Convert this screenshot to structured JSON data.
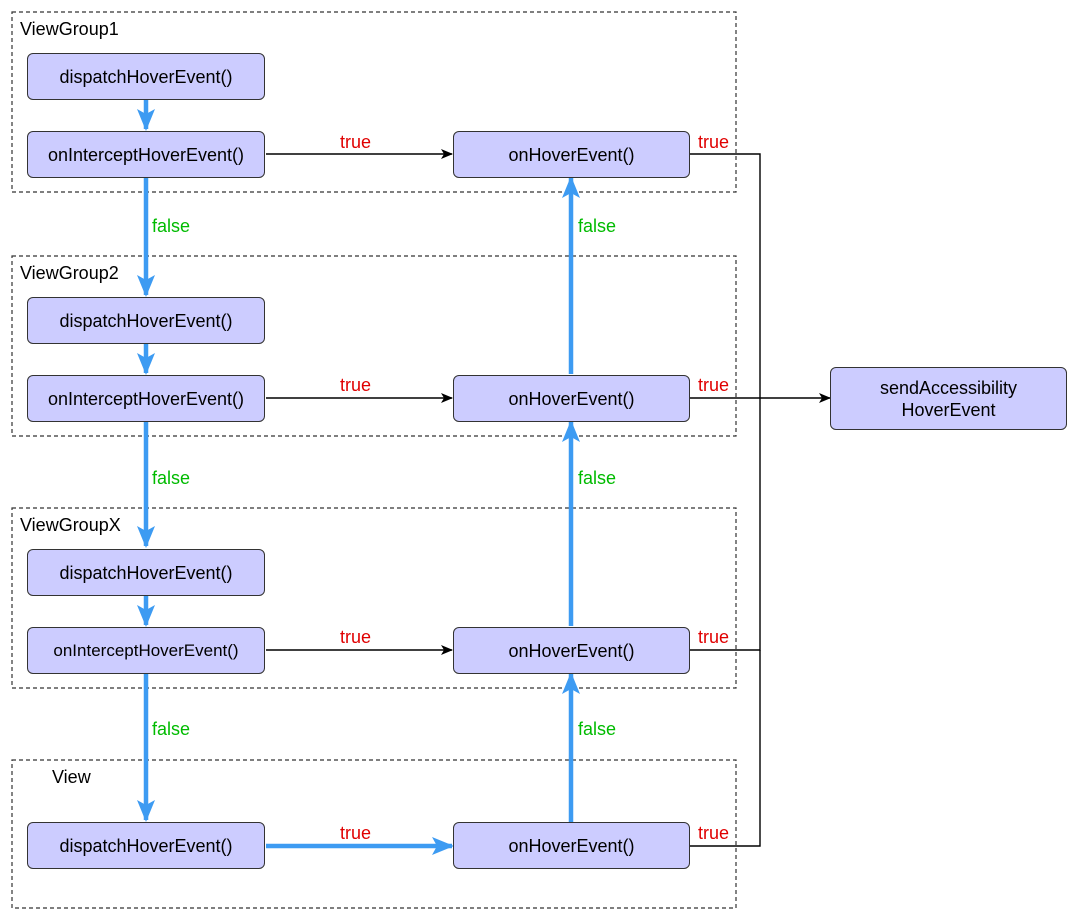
{
  "groups": [
    {
      "label": "ViewGroup1",
      "dispatch": "dispatchHoverEvent()",
      "intercept": "onInterceptHoverEvent()",
      "hover": "onHoverEvent()"
    },
    {
      "label": "ViewGroup2",
      "dispatch": "dispatchHoverEvent()",
      "intercept": "onInterceptHoverEvent()",
      "hover": "onHoverEvent()"
    },
    {
      "label": "ViewGroupX",
      "dispatch": "dispatchHoverEvent()",
      "intercept": "onInterceptHoverEvent()",
      "hover": "onHoverEvent()"
    },
    {
      "label": "View",
      "dispatch": "dispatchHoverEvent()",
      "hover": "onHoverEvent()"
    }
  ],
  "target": "sendAccessibility\nHoverEvent",
  "edge_labels": {
    "true": "true",
    "false": "false"
  },
  "colors": {
    "node_fill": "#ccccff",
    "flow_blue": "#3d9bf2",
    "true_red": "#e00000",
    "false_green": "#00bb00"
  }
}
